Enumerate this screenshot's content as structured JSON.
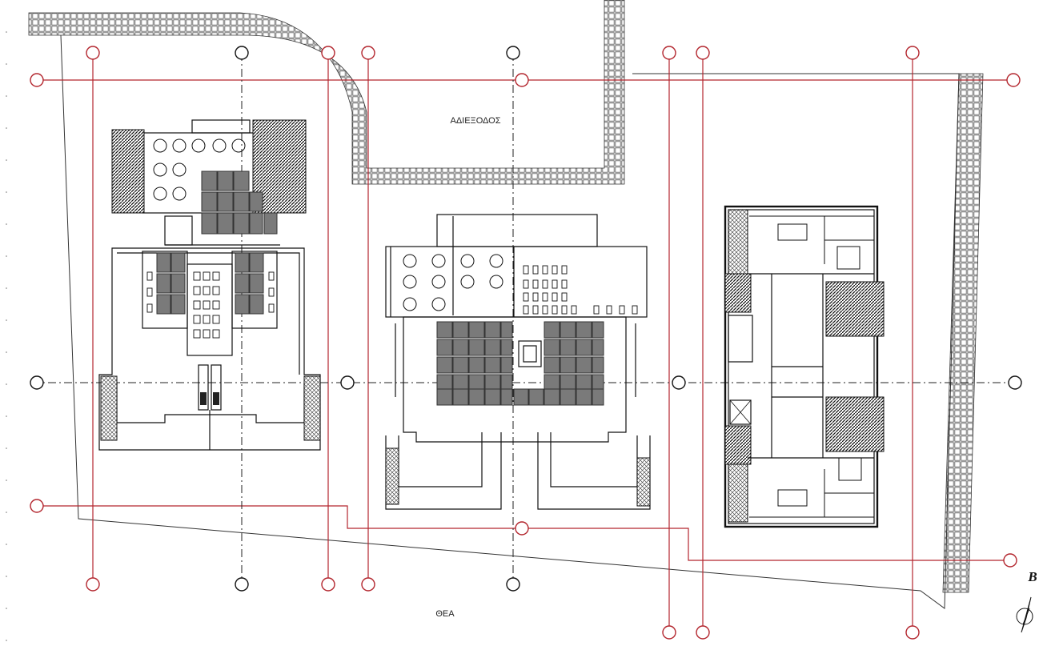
{
  "labels": {
    "street": "ΑΔΙΕΞΟΔΟΣ",
    "view": "ΘΕΑ",
    "section": "B"
  },
  "colors": {
    "grid_line": "#b3262e",
    "solar_panel": "#7a7a7a",
    "paving": "#555555",
    "linework": "#111111"
  },
  "icons": [
    "north-arrow-icon",
    "grid-bubble-icon"
  ]
}
